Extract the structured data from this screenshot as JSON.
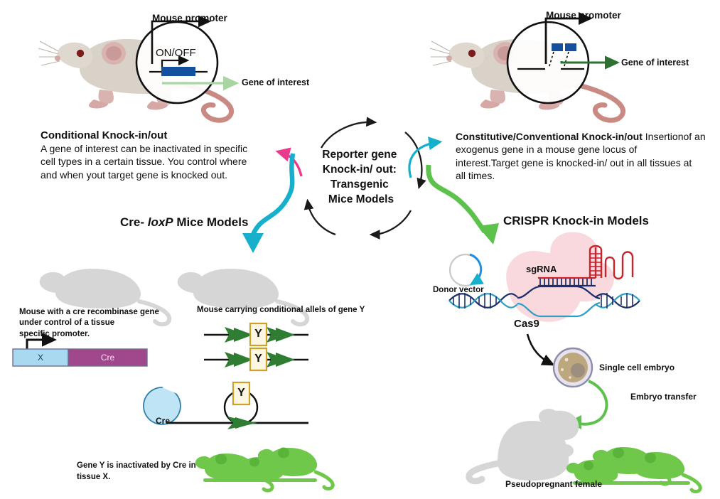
{
  "figure": {
    "title_hub": "Reporter gene\nKnock-in/ out:\nTransgenic\nMice Models",
    "background": "#ffffff"
  },
  "top_left_panel": {
    "promoter_label": "Mouse promoter",
    "switch_label": "ON/OFF",
    "output_label": "Gene of interest",
    "gene_box_color": "#14509e",
    "output_arrow_color": "#a9d5a2",
    "mouse_body_color": "#d9d2c8",
    "mouse_tail_color": "#c98a84",
    "mouse_eye_color": "#7c1d1d"
  },
  "top_right_panel": {
    "promoter_label": "Mouse promoter",
    "output_label": "Gene of interest",
    "gene_box_color": "#14509e",
    "output_arrow_color": "#2e7031"
  },
  "left_description": {
    "heading": "Conditional Knock-in/out",
    "body": "A gene of interest can be inactivated in specific\ncell types in a certain tissue. You control where\nand when yout target gene is knocked out."
  },
  "right_description": {
    "heading": "Constitutive/Conventional Knock-in/out",
    "body_inline": " Insertion",
    "body": "of an exogenus gene in a mouse gene locus of\ninterest.Target gene is knocked-in/ out in all tissues at\nall times."
  },
  "arrows": {
    "cycle_color": "#1a1a1a",
    "pink_color": "#ea3c8e",
    "cyan_color": "#17b0cc",
    "green_color": "#5cc24b",
    "embryo_green": "#5cc24b",
    "black": "#111111"
  },
  "cre_loxp_section": {
    "heading_prefix": "Cre- ",
    "heading_italic": "loxP",
    "heading_suffix": " Mice Models",
    "caption_left": "Mouse with a cre recombinase gene\nunder control of a tissue\nspecific promoter.",
    "caption_right": "Mouse carrying conditional allels of gene Y",
    "construct": {
      "segment_x_label": "X",
      "segment_cre_label": "Cre",
      "segment_x_color": "#a8d9f0",
      "segment_cre_color": "#a1478c",
      "border_color": "#6f6f8f"
    },
    "allele_gene_label": "Y",
    "allele_box_fill": "#fdf6e3",
    "allele_box_border": "#c9a227",
    "loxp_arrow_color": "#2e7d32",
    "cre_protein_label": "Cre",
    "cre_protein_color": "#bfe4f5",
    "cre_protein_border": "#2f7fa8",
    "result_caption": "Gene Y is inactivated by Cre in\ntissue X.",
    "green_mouse_color": "#6fc84a"
  },
  "crispr_section": {
    "heading": "CRISPR Knock-in Models",
    "donor_vector_label": "Donor vector",
    "sgrna_label": "sgRNA",
    "cas9_label": "Cas9",
    "embryo_label": "Single cell embryo",
    "embryo_transfer_label": "Embryo transfer",
    "pseudopregnant_label": "Pseudopregnant female",
    "cas9_blob_color": "#f9d9de",
    "sgrna_color": "#c7242c",
    "dna_strand_a": "#1c2f6b",
    "dna_strand_b": "#2f9fc4",
    "donor_vector_ring": "#c9c9c9",
    "donor_vector_arc": "#1f8fe0",
    "embryo_outer": "#8d8ca8",
    "embryo_fill": "#bda77f",
    "embryo_nucleus": "#9c8f7d",
    "gray_mouse_color": "#d6d6d6",
    "green_mouse_color": "#6fc84a"
  }
}
